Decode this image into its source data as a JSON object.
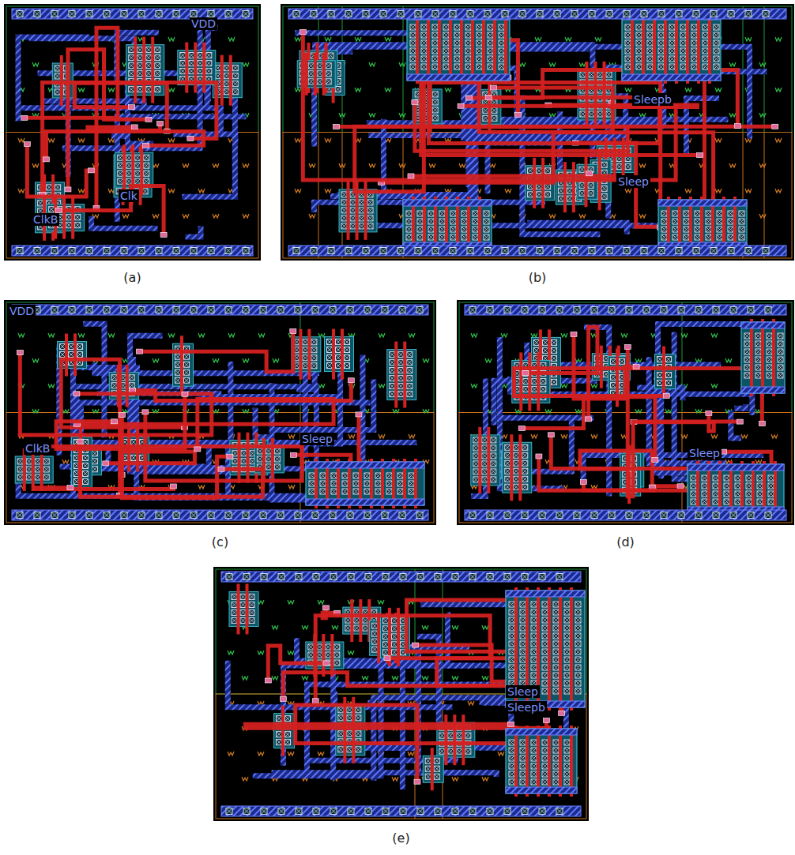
{
  "diagram": {
    "nodes": [
      {
        "text": [
          "(a)"
        ]
      },
      {
        "text": [
          "(b)"
        ]
      },
      {
        "text": [
          "(c)"
        ]
      },
      {
        "text": [
          "(d)"
        ]
      },
      {
        "text": [
          "(e)"
        ]
      }
    ],
    "labels": [
      "VDD",
      "Clk",
      "ClkB",
      "Sleepb",
      "Sleep",
      "VDD",
      "ClkB",
      "Sleep",
      "Sleep",
      "Sleep",
      "Sleepb"
    ]
  }
}
